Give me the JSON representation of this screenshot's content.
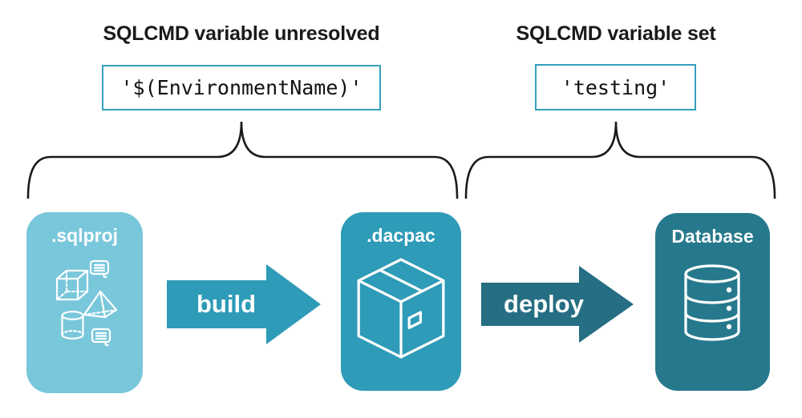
{
  "colors": {
    "sqlproj_card": "#79C7DB",
    "dacpac_card": "#2E9BB8",
    "database_card": "#26798C",
    "build_arrow": "#2E9BB8",
    "deploy_arrow": "#256E83",
    "code_box_border": "#35A0BE",
    "text": "#1A1A1A"
  },
  "annotations": {
    "unresolved": {
      "title": "SQLCMD variable unresolved",
      "code": "'$(EnvironmentName)'"
    },
    "resolved": {
      "title": "SQLCMD variable set",
      "code": "'testing'"
    }
  },
  "pipeline": {
    "stages": [
      {
        "label": ".sqlproj",
        "icon": "sql-objects-icon"
      },
      {
        "label": ".dacpac",
        "icon": "package-box-icon"
      },
      {
        "label": "Database",
        "icon": "database-cylinder-icon"
      }
    ],
    "arrows": [
      {
        "label": "build"
      },
      {
        "label": "deploy"
      }
    ]
  }
}
